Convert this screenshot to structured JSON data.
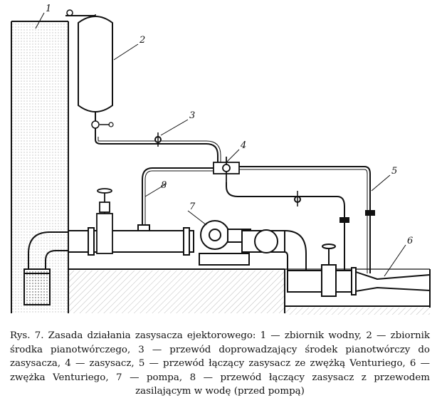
{
  "figure": {
    "labels": {
      "tank_water": "1",
      "tank_foam": "2",
      "supply_line": "3",
      "ejector": "4",
      "venturi_line": "5",
      "venturi": "6",
      "pump": "7",
      "pump_line": "8"
    }
  },
  "caption": {
    "prefix": "Rys. 7.",
    "text": "Zasada działania zasysacza ejektorowego: 1 — zbiornik wodny, 2 — zbiornik środka pianotwórczego, 3 — przewód doprowadzający środek pianotwórczy do zasysacza, 4 — zasysacz, 5 — przewód łączący zasysacz ze zwężką Venturiego, 6 — zwężka Venturiego, 7 — pompa, 8 — przewód łączący zasysacz z przewodem zasilającym w wodę (przed pompą)"
  }
}
